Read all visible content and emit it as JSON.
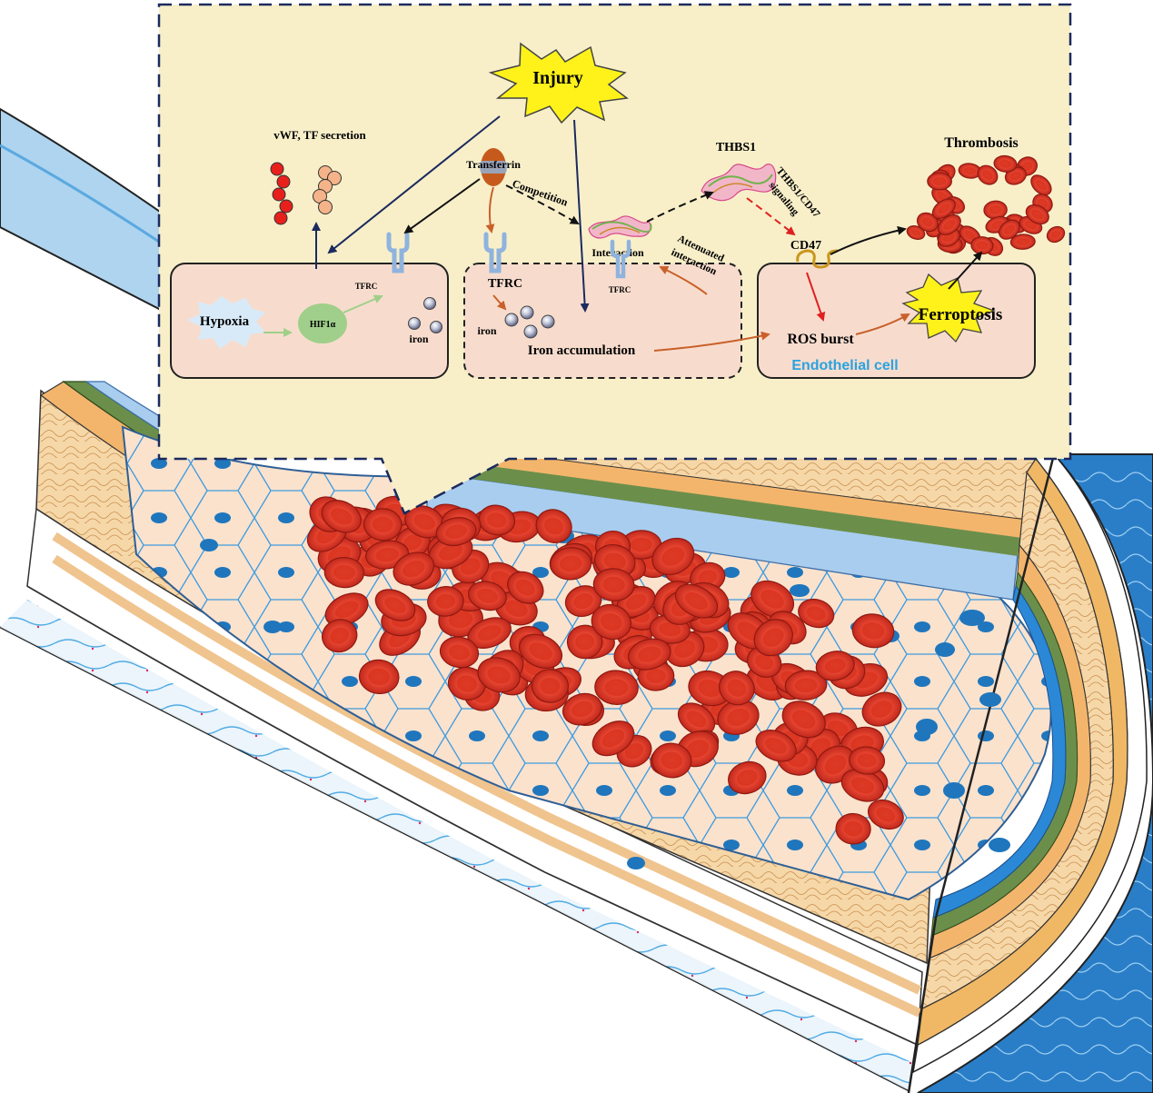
{
  "labels": {
    "injury": "Injury",
    "vwf_tf_secretion": "vWF, TF secretion",
    "transferrin": "Transferrin",
    "competition": "Competition",
    "thbs1": "THBS1",
    "thbs1_cd47_signaling_line1": "THBS1/CD47",
    "thbs1_cd47_signaling_line2": "signaling",
    "thrombosis": "Thrombosis",
    "interaction": "Interaction",
    "attenuated_interaction_line1": "Attenuated",
    "attenuated_interaction_line2": "interaction",
    "cd47": "CD47",
    "hypoxia": "Hypoxia",
    "hif1a": "HIF1α",
    "tfrc_left": "TFRC",
    "iron_left": "iron",
    "tfrc_middle": "TFRC",
    "iron_middle": "iron",
    "iron_accumulation": "Iron accumulation",
    "tfrc_small": "TFRC",
    "ros_burst": "ROS burst",
    "ferroptosis": "Ferroptosis",
    "endothelial_cell": "Endothelial cell"
  },
  "colors": {
    "panel_bg": "#f8efc9",
    "cell_box_bg": "#f7dccd",
    "navy_arrow": "#1b2a5e",
    "orange_arrow": "#c9602a",
    "red_arrow": "#e02020",
    "star_yellow": "#fff21a",
    "rbc_red": "#e8463a",
    "nucleus_blue": "#1f76bd",
    "endothelial_text": "#29a3e0",
    "hif_green": "#9fcf8a"
  }
}
